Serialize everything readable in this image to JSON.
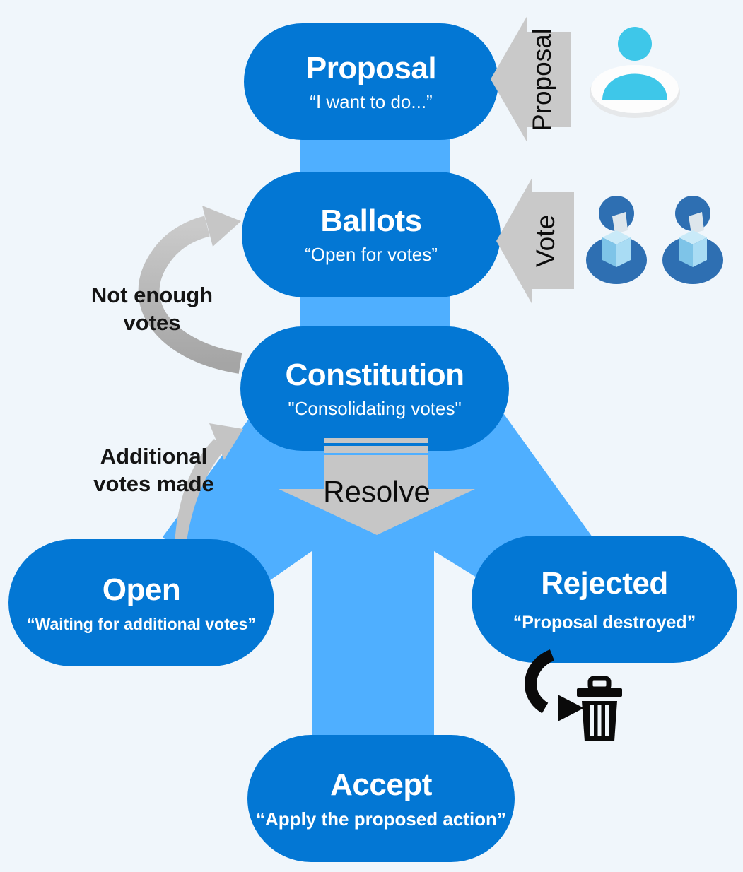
{
  "colors": {
    "node_blue": "#0377D4",
    "flow_blue": "#4FAFFF",
    "arrow_gray": "#C7C7C7",
    "background": "#F0F6FB",
    "person_cyan": "#3EC7E9",
    "voter_blue": "#2E6FB2",
    "ballot_box_blue": "#A9DCF4",
    "text_black": "#121212"
  },
  "nodes": {
    "proposal": {
      "title": "Proposal",
      "subtitle": "“I want to do...”"
    },
    "ballots": {
      "title": "Ballots",
      "subtitle": "“Open for votes”"
    },
    "constitution": {
      "title": "Constitution",
      "subtitle": "\"Consolidating votes\""
    },
    "open": {
      "title": "Open",
      "subtitle": "“Waiting for additional votes”"
    },
    "rejected": {
      "title": "Rejected",
      "subtitle": "“Proposal destroyed”"
    },
    "accept": {
      "title": "Accept",
      "subtitle": "“Apply the proposed action”"
    }
  },
  "flow_labels": {
    "proposal_arrow": "Proposal",
    "vote_arrow": "Vote",
    "resolve_arrow": "Resolve"
  },
  "annotations": {
    "not_enough_votes": "Not enough\nvotes",
    "additional_votes_made": "Additional\nvotes made"
  },
  "icons": {
    "proposer": "person-icon",
    "voters": "voter-ballot-icon",
    "trash": "trash-icon",
    "reject_arrow": "curved-arrow-icon"
  }
}
